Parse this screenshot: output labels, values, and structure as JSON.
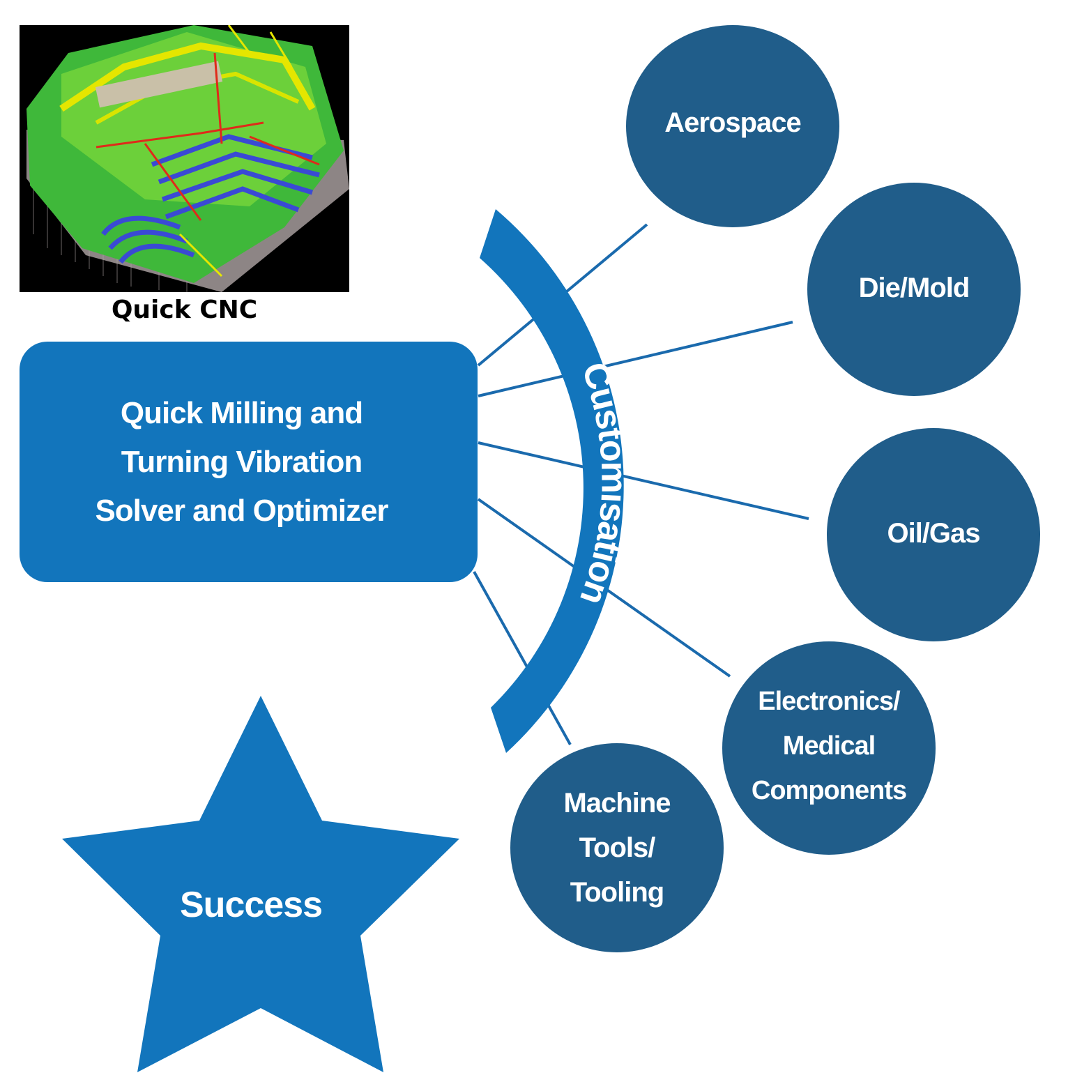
{
  "image_caption": "Quick CNC",
  "solver": {
    "lines": [
      "Quick Milling and",
      "Turning Vibration",
      "Solver and Optimizer"
    ]
  },
  "arc_label": "Customisation",
  "industries": [
    {
      "id": "aerospace",
      "label": "Aerospace"
    },
    {
      "id": "die-mold",
      "label": "Die/Mold"
    },
    {
      "id": "oil-gas",
      "label": "Oil/Gas"
    },
    {
      "id": "electronics-medical",
      "label": "Electronics/\nMedical\nComponents"
    },
    {
      "id": "machine-tools",
      "label": "Machine\nTools/\nTooling"
    }
  ],
  "outcome": "Success",
  "colors": {
    "primary_blue": "#1275bc",
    "circle_blue": "#205d8a",
    "line_blue": "#1a6aad",
    "text_white": "#ffffff"
  }
}
